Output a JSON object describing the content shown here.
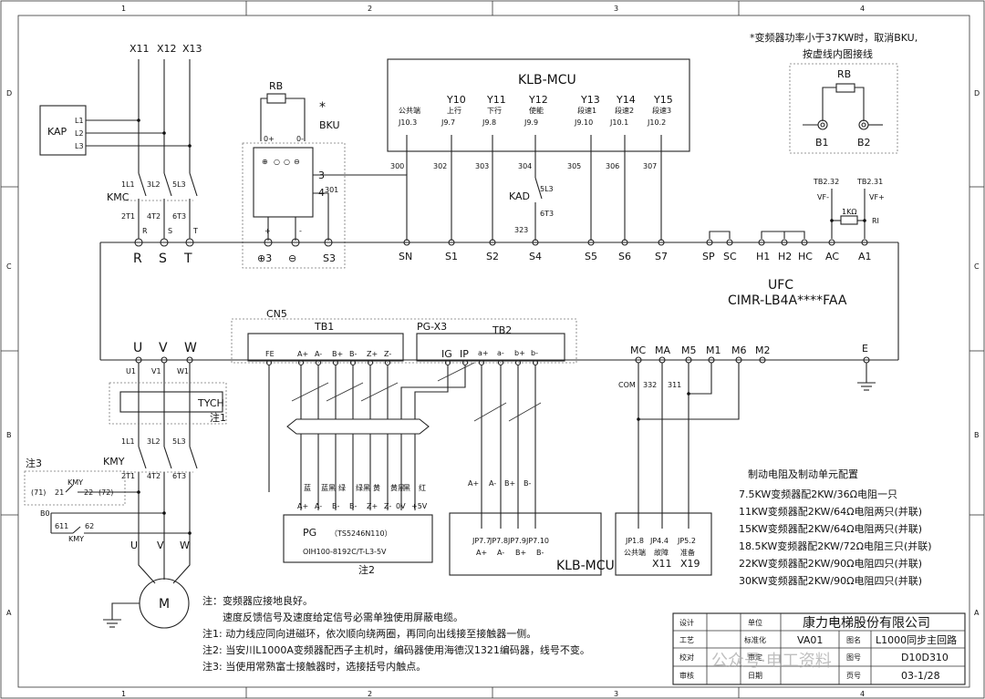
{
  "border": {
    "cols": [
      "1",
      "2",
      "3",
      "4"
    ],
    "rows": [
      "D",
      "C",
      "B",
      "A"
    ]
  },
  "note_bku": "*变频器功率小于37KW时，取消BKU,",
  "note_bku2": "按虚线内图接线",
  "inset": {
    "rb": "RB",
    "b1": "B1",
    "b2": "B2"
  },
  "power": {
    "x_labels": [
      "X11",
      "X12",
      "X13"
    ],
    "kap": "KAP",
    "phases": [
      "L1",
      "L2",
      "L3"
    ],
    "kmc": "KMC",
    "kmc_top": [
      "1L1",
      "3L2",
      "5L3"
    ],
    "kmc_bot": [
      "2T1",
      "4T2",
      "6T3"
    ],
    "rst_small": [
      "R",
      "S",
      "T"
    ],
    "tych": "TYCH",
    "note1": "注1",
    "kmy": "KMY",
    "kmy_top": [
      "1L1",
      "3L2",
      "5L3"
    ],
    "kmy_bot": [
      "2T1",
      "4T2",
      "6T3"
    ],
    "note3": "注3",
    "kmy_aux": [
      "(71)",
      "21",
      "KMY",
      "22",
      "(72)"
    ],
    "b0": "B0",
    "aux2": [
      "611",
      "62",
      "KMY"
    ],
    "motor_uvw": [
      "U",
      "V",
      "W"
    ],
    "motor": "M"
  },
  "bku": {
    "rb": "RB",
    "star": "*",
    "name": "BKU",
    "top": [
      "0+",
      "0-"
    ],
    "pins": [
      "3",
      "4"
    ],
    "wire": "301",
    "pm": [
      "+",
      "-"
    ],
    "bottom": [
      "⊕3",
      "⊖",
      "S3"
    ]
  },
  "mcu_top": {
    "title": "KLB-MCU",
    "cols": [
      {
        "y": "",
        "sub": "公共端",
        "j": "J10.3"
      },
      {
        "y": "Y10",
        "sub": "上行",
        "j": "J9.7"
      },
      {
        "y": "Y11",
        "sub": "下行",
        "j": "J9.8"
      },
      {
        "y": "Y12",
        "sub": "使能",
        "j": "J9.9"
      },
      {
        "y": "Y13",
        "sub": "段速1",
        "j": "J9.10"
      },
      {
        "y": "Y14",
        "sub": "段速2",
        "j": "J10.1"
      },
      {
        "y": "Y15",
        "sub": "段速3",
        "j": "J10.2"
      }
    ],
    "wires": [
      "300",
      "302",
      "303",
      "304",
      "305",
      "306",
      "307"
    ],
    "kad": "KAD",
    "kad_top": "5L3",
    "kad_bot": "6T3",
    "w323": "323"
  },
  "ufc": {
    "name": "UFC",
    "model": "CIMR-LB4A****FAA",
    "top_terms": [
      "R",
      "S",
      "T",
      "SN",
      "S1",
      "S2",
      "S4",
      "S5",
      "S6",
      "S7",
      "SP",
      "SC",
      "H1",
      "H2",
      "HC",
      "AC",
      "A1"
    ],
    "bot_terms": [
      "U",
      "V",
      "W",
      "MC",
      "MA",
      "M5",
      "M1",
      "M6",
      "M2",
      "E"
    ],
    "tb": [
      "TB2.32",
      "TB2.31"
    ],
    "vf": [
      "VF-",
      "VF+"
    ],
    "res": "1KΩ",
    "ri": "RI"
  },
  "enc": {
    "cn5": "CN5",
    "tb1": "TB1",
    "tb1_pins": [
      "FE",
      "A+",
      "A-",
      "B+",
      "B-",
      "Z+",
      "Z-"
    ],
    "pgx3": "PG-X3",
    "tb2": "TB2",
    "pgx3_pins": [
      "IG",
      "IP"
    ],
    "tb2_pins": [
      "a+",
      "a-",
      "b+",
      "b-"
    ],
    "uvw_small": [
      "U1",
      "V1",
      "W1"
    ],
    "pg_wire_labels": [
      "A+",
      "A-",
      "B-",
      "B-",
      "Z+",
      "Z-",
      "0V",
      "+5V"
    ],
    "pg_wire_colors": [
      "蓝",
      "蓝黑",
      "绿",
      "绿黑",
      "黄",
      "黄黑",
      "黑",
      "红"
    ],
    "pg": "PG",
    "pg_part": "（TS5246N110）",
    "pg_model": "OIH100-8192C/T-L3-5V",
    "note2": "注2",
    "mcu2": "KLB-MCU",
    "mcu2_labels": [
      "A+",
      "A-",
      "B+",
      "B-"
    ],
    "mcu2_jp": [
      "JP7.7",
      "JP7.8",
      "JP7.9",
      "JP7.10"
    ],
    "relay_jp": [
      "JP1.8",
      "JP4.4",
      "JP5.2"
    ],
    "relay_sub": [
      "公共端",
      "故障",
      "准备"
    ],
    "relay_x": [
      "X11",
      "X19"
    ],
    "com": [
      "COM",
      "332",
      "311"
    ]
  },
  "brake": {
    "title": "制动电阻及制动单元配置",
    "rows": [
      "7.5KW变频器配2KW/36Ω电阻一只",
      "11KW变频器配2KW/64Ω电阻两只(并联)",
      "15KW变频器配2KW/64Ω电阻两只(并联)",
      "18.5KW变频器配2KW/72Ω电阻三只(并联)",
      "22KW变频器配2KW/90Ω电阻四只(并联)",
      "30KW变频器配2KW/90Ω电阻四只(并联)"
    ]
  },
  "notes": [
    "注：变频器应接地良好。",
    "速度反馈信号及速度给定信号必需单独使用屏蔽电缆。",
    "注1: 动力线应同向进磁环，依次顺向绕两圈，再同向出线接至接触器一侧。",
    "注2: 当安川L1000A变频器配西子主机时，编码器使用海德汉1321编码器，线号不变。",
    "注3: 当使用常熟富士接触器时，选接括号内触点。"
  ],
  "titleblock": {
    "left": [
      "设计",
      "工艺",
      "校对",
      "审核"
    ],
    "mid": [
      "单位",
      "标准化",
      "审定",
      "日期"
    ],
    "company": "康力电梯股份有限公司",
    "std": "VA01",
    "f_name_label": "图名",
    "f_name": "L1000同步主回路",
    "f_no_label": "图号",
    "f_no": "D10D310",
    "f_page_label": "页号",
    "f_page": "03-1/28",
    "watermark": "公众号·电工资料"
  }
}
